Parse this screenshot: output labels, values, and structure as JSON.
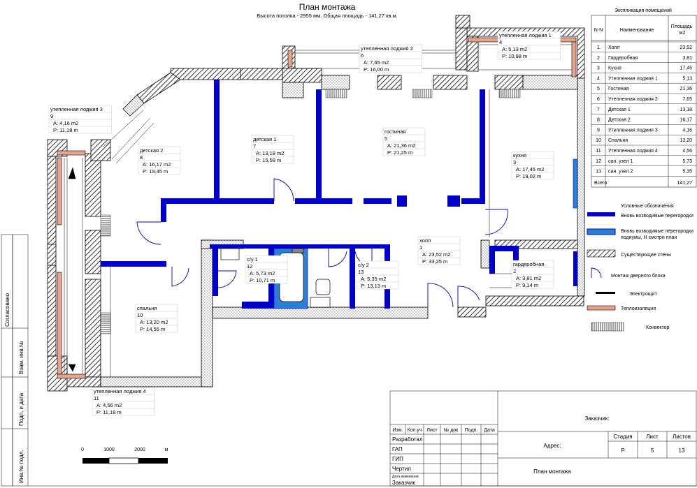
{
  "header": {
    "title": "План монтажа",
    "subtitle": "Высота потолка - 2955 мм. Общая площадь - 141.27 кв.м."
  },
  "rooms": [
    {
      "name": "утепленная лоджия 1",
      "num": "4",
      "area": "A: 5,13 m2",
      "perimeter": "P: 10,98 m"
    },
    {
      "name": "утепленная лоджия 2",
      "num": "6",
      "area": "A: 7,65 m2",
      "perimeter": "P: 16,00 m"
    },
    {
      "name": "утепленная лоджия 3",
      "num": "9",
      "area": "A: 4,16 m2",
      "perimeter": "P: 11,18 m"
    },
    {
      "name": "детская 2",
      "num": "8",
      "area": "A: 16,17 m2",
      "perimeter": "P: 19,45 m"
    },
    {
      "name": "детская 1",
      "num": "7",
      "area": "A: 13,18 m2",
      "perimeter": "P: 15,59 m"
    },
    {
      "name": "гостиная",
      "num": "5",
      "area": "A: 21,36 m2",
      "perimeter": "P: 21,25 m"
    },
    {
      "name": "кухня",
      "num": "3",
      "area": "A: 17,45 m2",
      "perimeter": "P: 19,02 m"
    },
    {
      "name": "холл",
      "num": "1",
      "area": "A: 23,52 m2",
      "perimeter": "P: 33,25 m"
    },
    {
      "name": "с/у 1",
      "num": "12",
      "area": "A: 5,73 m2",
      "perimeter": "P: 10,71 m"
    },
    {
      "name": "с/у 2",
      "num": "13",
      "area": "A: 5,35 m2",
      "perimeter": "P: 13,13 m"
    },
    {
      "name": "гардеробная",
      "num": "2",
      "area": "A: 3,81 m2",
      "perimeter": "P: 9,14 m"
    },
    {
      "name": "спальня",
      "num": "10",
      "area": "A: 13,20 m2",
      "perimeter": "P: 14,55 m"
    },
    {
      "name": "утепленная лоджия 4",
      "num": "11",
      "area": "A: 4,56 m2",
      "perimeter": "P: 11,18 m"
    }
  ],
  "explication": {
    "title": "Экспликация  помещений",
    "headers": [
      "N-N",
      "Наименование",
      "Площадь м2"
    ],
    "rows": [
      [
        "1",
        "Холл",
        "23,52"
      ],
      [
        "2",
        "Гардеробная",
        "3,81"
      ],
      [
        "3",
        "Кухня",
        "17,45"
      ],
      [
        "4",
        "Утепленная лоджия 1",
        "5,13"
      ],
      [
        "5",
        "Гостиная",
        "21,36"
      ],
      [
        "6",
        "Утепленная лоджия 2",
        "7,65"
      ],
      [
        "7",
        "Детская 1",
        "13,18"
      ],
      [
        "8",
        "Детская 2",
        "16,17"
      ],
      [
        "9",
        "Утепленная лоджия 3",
        "4,16"
      ],
      [
        "10",
        "Спальня",
        "13,20"
      ],
      [
        "11",
        "Утепленная лоджия 4",
        "4,56"
      ],
      [
        "12",
        "сан. узел 1",
        "5,73"
      ],
      [
        "13",
        "сан. узел 2",
        "5,35"
      ]
    ],
    "total_label": "Всего",
    "total_value": "141,27"
  },
  "legend": {
    "title": "Условные обозначения",
    "items": [
      {
        "label": "Вновь возводимые перегородки"
      },
      {
        "label": "Вновь возводимые перегородки",
        "label2": "подиумы, Н смотри план"
      },
      {
        "label": "Существующие стены"
      },
      {
        "label": "Монтаж дверного блока"
      },
      {
        "label": "Электрощит"
      },
      {
        "label": "Теплоизоляция"
      },
      {
        "label": "Конвектор"
      }
    ],
    "colors": {
      "partition": "#0000cc",
      "podium": "#2a7fd4",
      "insulation": "#e8a48a"
    }
  },
  "scale": {
    "ticks": [
      "0",
      "1000",
      "2000"
    ],
    "unit": "м"
  },
  "side_labels": [
    "Согласовано",
    "Взам. инв.№",
    "Подп. и дата",
    "Инв.№ подл."
  ],
  "stamp": {
    "headers": [
      "Изм.",
      "Кол.уч",
      "Лист",
      "№ док",
      "Подп.",
      "Дата"
    ],
    "roles": [
      "Разработал",
      "ГАП",
      "ГИП",
      "Чертил",
      "Дата изменения",
      "Заказчик"
    ],
    "customer": "Заказчик:",
    "address": "Адрес:",
    "sheet_title": "План монтажа",
    "stage_headers": [
      "Стадия",
      "Лист",
      "Листов"
    ],
    "stage_values": [
      "Р",
      "5",
      "13"
    ]
  }
}
